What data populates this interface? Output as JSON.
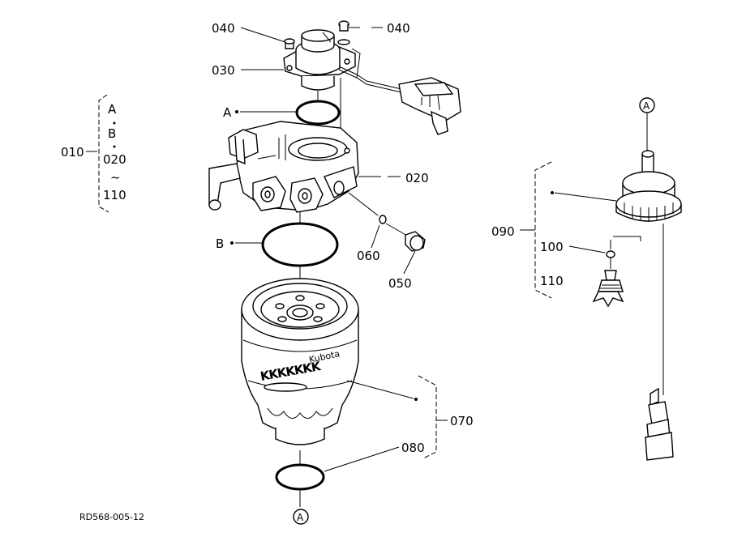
{
  "figure_ref": "RD568-005-12",
  "brand_text": "Kubota",
  "brand_band": "KKKKKKK",
  "callouts": {
    "c040_left": "040",
    "c040_right": "040",
    "c030": "030",
    "c020": "020",
    "c060": "060",
    "c050": "050",
    "c070": "070",
    "c080": "080",
    "c090": "090",
    "c100": "100",
    "c110": "110",
    "c010": "010",
    "ref_a_label": "A",
    "ref_b_label": "B"
  },
  "group_010": {
    "line1": "A",
    "line2": "B",
    "line3": "020",
    "line4": "~",
    "line5": "110"
  },
  "circle_markers": {
    "top_right": "A",
    "bottom": "A"
  }
}
